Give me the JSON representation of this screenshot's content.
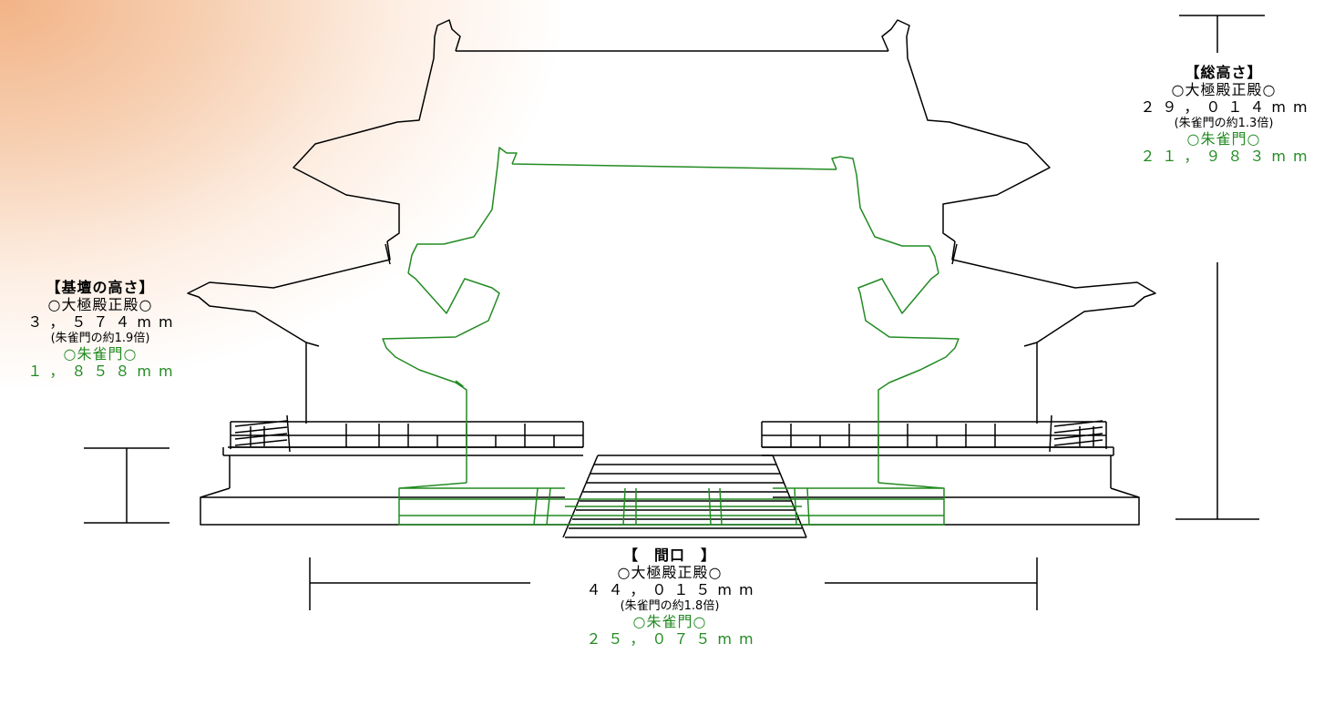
{
  "labels": {
    "total_height": {
      "heading": "【総高さ】",
      "daigokuden_name": "○大極殿正殿○",
      "daigokuden_value": "２９，０１４mm",
      "ratio": "(朱雀門の約1.3倍)",
      "suzakumon_name": "○朱雀門○",
      "suzakumon_value": "２１，９８３mm"
    },
    "base_height": {
      "heading": "【基壇の高さ】",
      "daigokuden_name": "○大極殿正殿○",
      "daigokuden_value": "３，５７４mm",
      "ratio": "(朱雀門の約1.9倍)",
      "suzakumon_name": "○朱雀門○",
      "suzakumon_value": "１，８５８mm"
    },
    "frontage": {
      "heading": "【　間口　】",
      "daigokuden_name": "○大極殿正殿○",
      "daigokuden_value": "４４，０１５mm",
      "ratio": "(朱雀門の約1.8倍)",
      "suzakumon_name": "○朱雀門○",
      "suzakumon_value": "２５，０７５mm"
    }
  },
  "colors": {
    "daigokuden_outline": "#000000",
    "suzakumon_outline": "#228B22",
    "background_glow": "#f2b386"
  }
}
